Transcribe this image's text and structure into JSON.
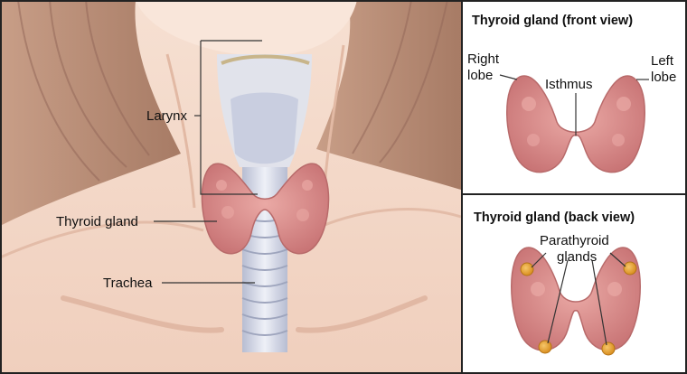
{
  "main_illustration": {
    "labels": {
      "larynx": "Larynx",
      "thyroid_gland": "Thyroid gland",
      "trachea": "Trachea"
    }
  },
  "front_view": {
    "title": "Thyroid gland (front view)",
    "labels": {
      "right_lobe_line1": "Right",
      "right_lobe_line2": "lobe",
      "left_lobe_line1": "Left",
      "left_lobe_line2": "lobe",
      "isthmus": "Isthmus"
    }
  },
  "back_view": {
    "title": "Thyroid gland (back view)",
    "labels": {
      "parathyroid_line1": "Parathyroid",
      "parathyroid_line2": "glands"
    }
  },
  "colors": {
    "skin": "#f3d7c6",
    "hair": "#b0826c",
    "thyroid": "#d98b8b",
    "parathyroid": "#e8a53c",
    "cartilage": "#dfe3ee"
  }
}
